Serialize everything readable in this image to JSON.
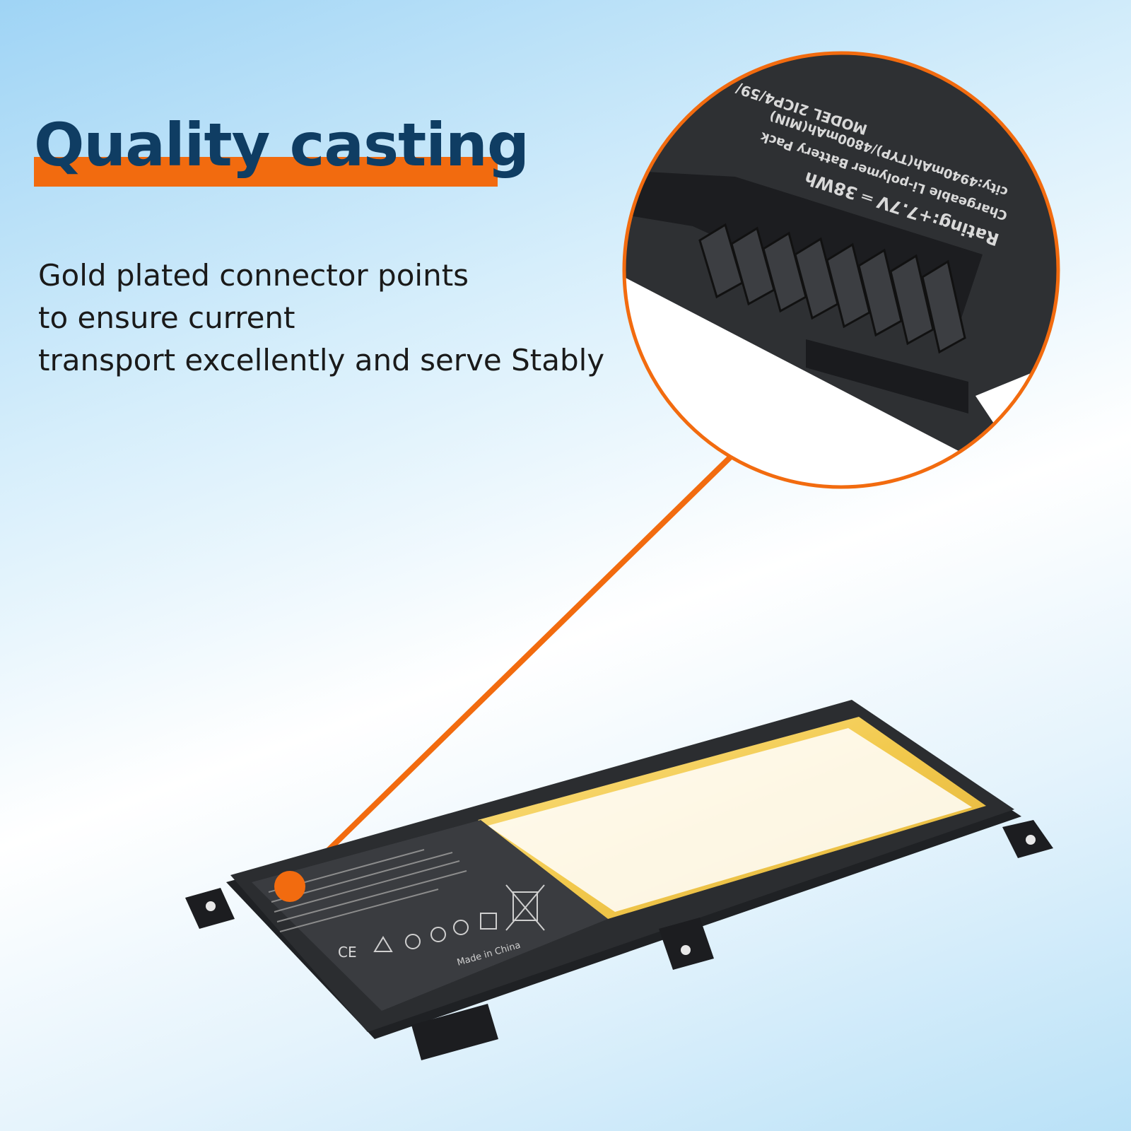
{
  "headline": "Quality casting",
  "description": [
    "Gold plated connector points",
    "to ensure current",
    "transport excellently and serve Stably"
  ],
  "zoom_label": {
    "rating": "Rating:+7.7V ═ 38Wh",
    "type": "Chargeable Li-polymer Battery Pack",
    "capacity": "city:4940mAh(TYP)/4800mAh(MIN)",
    "model": "MODEL 2ICP4/59/"
  },
  "battery_label": {
    "made_in": "Made in China",
    "ce_mark": "CE"
  },
  "colors": {
    "accent": "#f26b0f",
    "headline": "#0f3d63",
    "battery": "#2b2d30",
    "cell_yellow": "#f2c94c"
  }
}
